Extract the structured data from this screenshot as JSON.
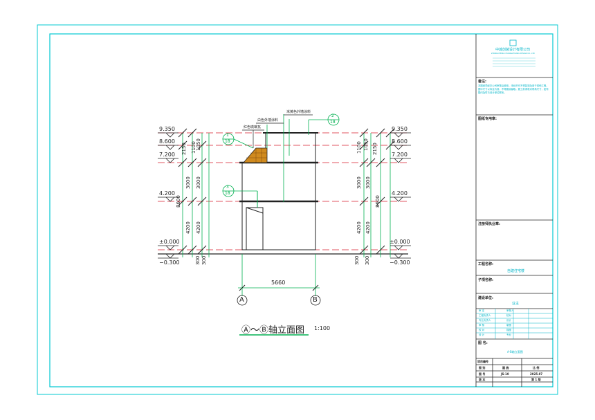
{
  "drawing": {
    "title": "Ⓐ～Ⓑ轴立面图",
    "scale": "1:100",
    "axis_left": "A",
    "axis_right": "B",
    "width_dim": "5660"
  },
  "elevations": {
    "left": [
      "9.350",
      "8.600",
      "7.200",
      "4.200",
      "±0.000",
      "−0.300"
    ],
    "right": [
      "9.350",
      "8.600",
      "7.200",
      "4.200",
      "±0.000",
      "−0.300"
    ]
  },
  "dims": {
    "inner_left": [
      "1050",
      "3000",
      "4200",
      "300"
    ],
    "outer_left": [
      "2150",
      "3000",
      "4200",
      "300"
    ],
    "mid_left": "1100",
    "total": "8600"
  },
  "callouts": {
    "c1_top": "1",
    "c1_bot": "18",
    "c2_top": "2",
    "c2_bot": "18",
    "c3_top": "3",
    "c3_bot": "18"
  },
  "notes": {
    "roof_tile": "红色琉璃瓦",
    "white_paint": "白色外墙涂料",
    "yellow_paint": "米黄色外墙涂料"
  },
  "titleblock": {
    "company": "中诚创装设计有限公司",
    "company_sub": "ZHONGCHENG CHUANGZHUANG DESIGN CO., LTD",
    "remark_label": "备注:",
    "remark_text": "本图纸须经本公司审核后使用，未经许可不得复制及用于其他工程。图中尺寸以标注为准，不得直接量取。施工前请核对现场尺寸，如有疑问及时与设计单位联系。",
    "owner_label": "图纸专用章:",
    "reg_label": "注册师执业章:",
    "project_label": "工程名称:",
    "project_value": "自建住宅楼",
    "sub_label": "子项名称:",
    "unit_label": "建设单位:",
    "unit_value": "业主",
    "roles": [
      {
        "role": "审 定",
        "name": "审核人"
      },
      {
        "role": "工程负责人",
        "name": "校对"
      },
      {
        "role": "专业负责人",
        "name": "设计"
      },
      {
        "role": "审 核",
        "name": "制图"
      },
      {
        "role": "校 对",
        "name": "描图"
      },
      {
        "role": "设 计",
        "name": "专业"
      }
    ],
    "sheet_label": "图 名:",
    "sheet_value": "A-B轴立面图",
    "grid": [
      [
        "项目编号",
        "",
        ""
      ],
      [
        "图 别",
        "建 施",
        "比 例"
      ],
      [
        "图 号",
        "JS-10",
        "2025.07"
      ],
      [
        "版 本",
        "",
        "第 1 版"
      ]
    ]
  },
  "colors": {
    "frame": "#00c8d2",
    "line": "#222222",
    "cyan": "#00b5c8",
    "green": "#00b050",
    "red": "#d81e2c",
    "tile": "#d08a1e"
  }
}
